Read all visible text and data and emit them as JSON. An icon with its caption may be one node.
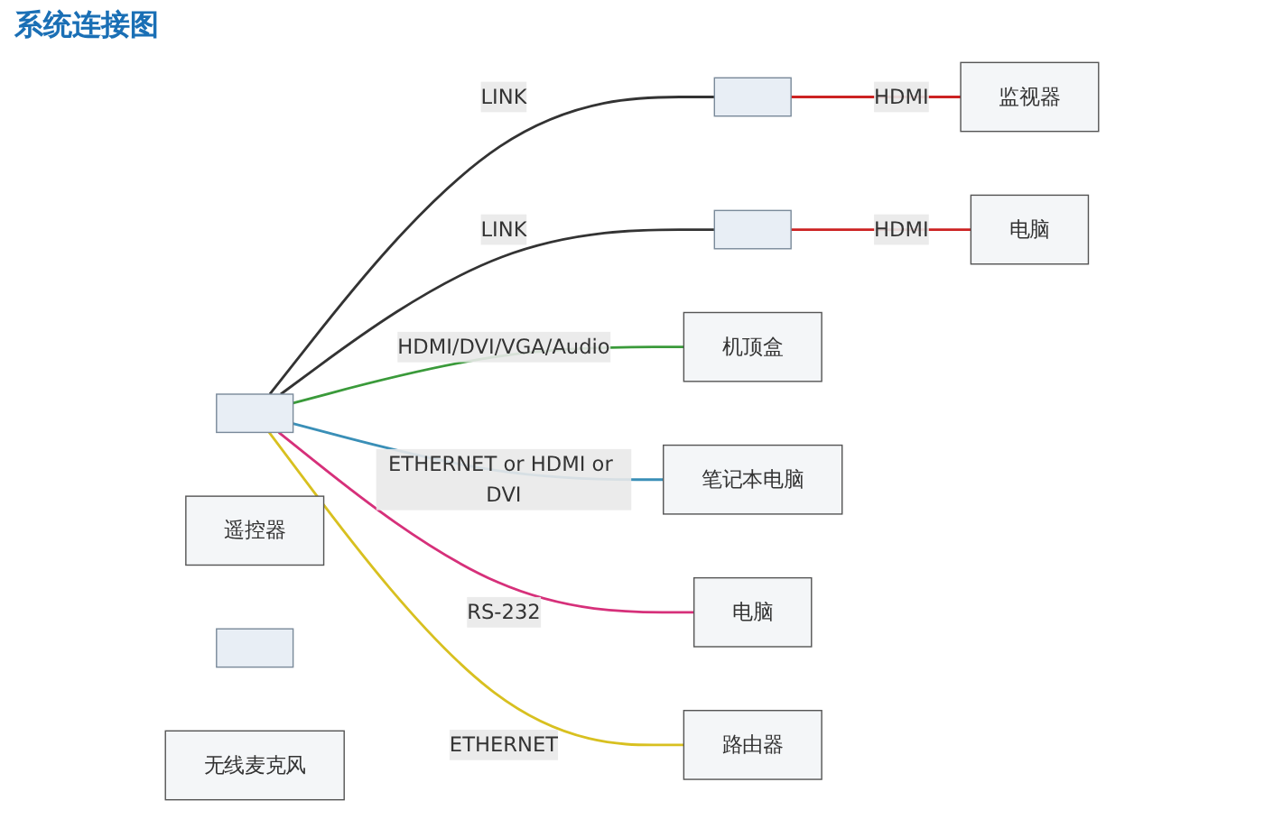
{
  "diagram": {
    "title": "系统连接图",
    "nodes": [
      {
        "text": [],
        "shape": "box"
      },
      {
        "text": [
          "遥控器"
        ]
      },
      {
        "text": [],
        "shape": "box"
      },
      {
        "text": [
          "无线麦克风"
        ]
      },
      {
        "text": [],
        "shape": "box"
      },
      {
        "text": [],
        "shape": "box"
      },
      {
        "text": [
          "监视器"
        ]
      },
      {
        "text": [
          "机顶盒"
        ]
      },
      {
        "text": [
          "电脑"
        ]
      },
      {
        "text": [
          "笔记本电脑"
        ]
      },
      {
        "text": [
          "电脑"
        ]
      },
      {
        "text": [
          "路由器"
        ]
      }
    ],
    "edges": [
      {
        "from": 0,
        "to": 4,
        "arrow": "none",
        "label": "LINK",
        "color": "#333333"
      },
      {
        "from": 0,
        "to": 5,
        "arrow": "none",
        "label": "LINK",
        "color": "#333333"
      },
      {
        "from": 0,
        "to": 7,
        "arrow": "none",
        "label": "HDMI/DVI/VGA/Audio",
        "color": "#3a9a3a"
      },
      {
        "from": 0,
        "to": 9,
        "arrow": "none",
        "label": "ETHERNET or HDMI or DVI",
        "color": "#3a8fb7"
      },
      {
        "from": 0,
        "to": 11,
        "arrow": "none",
        "label": "ETHERNET",
        "color": "#d8c020"
      },
      {
        "from": 0,
        "to": 10,
        "arrow": "none",
        "label": "RS-232",
        "color": "#d6307a"
      },
      {
        "from": 5,
        "to": 8,
        "arrow": "none",
        "label": "HDMI",
        "color": "#cc2222"
      },
      {
        "from": 4,
        "to": 6,
        "arrow": "none",
        "label": "HDMI",
        "color": "#cc2222"
      }
    ]
  }
}
